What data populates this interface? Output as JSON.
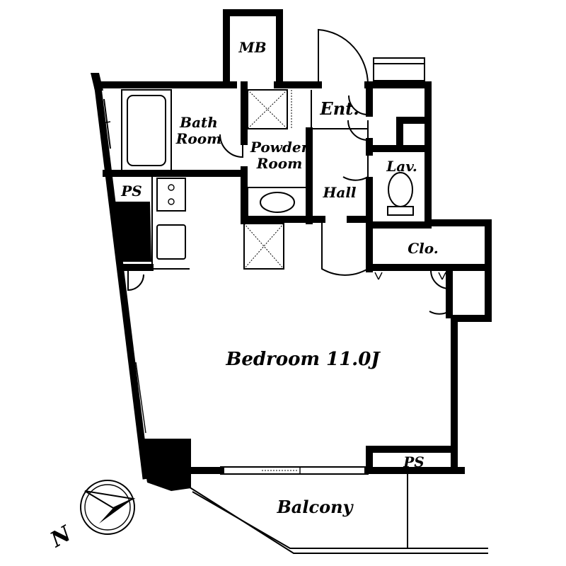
{
  "rooms": {
    "mb": "MB",
    "bath_room_line1": "Bath",
    "bath_room_line2": "Room",
    "powder_room_line1": "Powder",
    "powder_room_line2": "Room",
    "entrance": "Ent.",
    "hall": "Hall",
    "lavatory": "Lav.",
    "pipe_space_kitchen": "PS",
    "closet": "Clo.",
    "bedroom": "Bedroom 11.0J",
    "pipe_space_bedroom": "PS",
    "balcony": "Balcony"
  },
  "compass": {
    "north_label": "N"
  }
}
